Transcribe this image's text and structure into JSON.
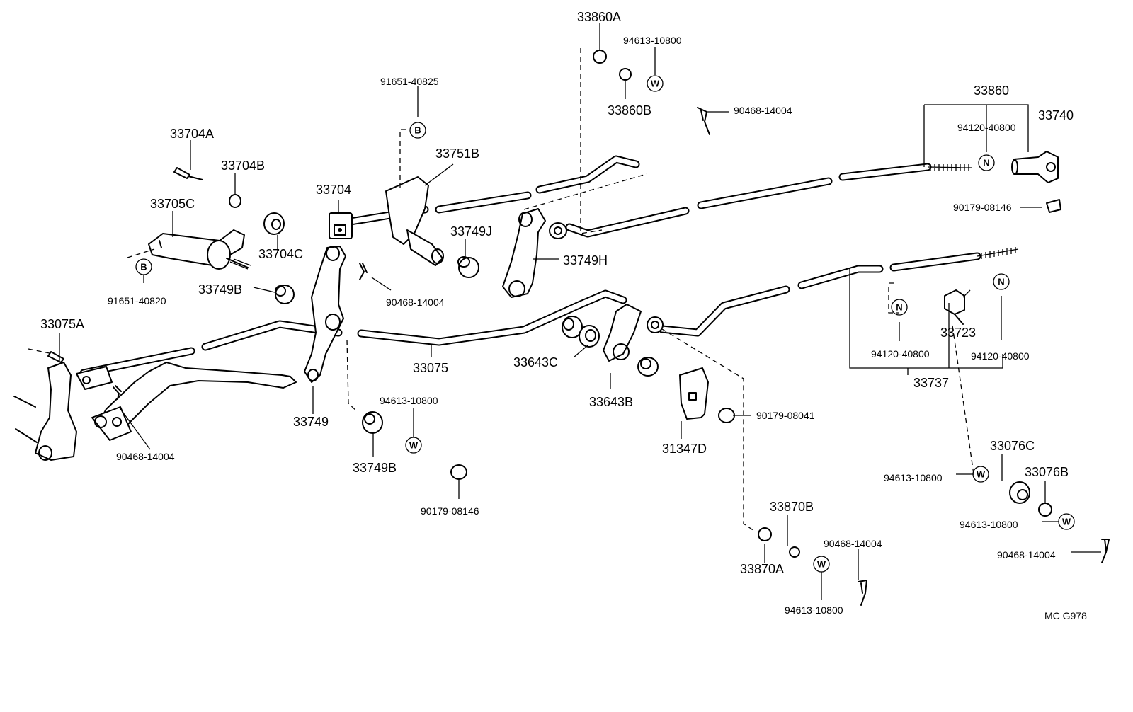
{
  "diagram": {
    "labels": {
      "p33860A": "33860A",
      "p94613_top": "94613-10800",
      "p91651_40825": "91651-40825",
      "p33860B": "33860B",
      "p90468_top": "90468-14004",
      "p33860": "33860",
      "p33740": "33740",
      "p94120_top": "94120-40800",
      "p33704A": "33704A",
      "p33704B": "33704B",
      "p33751B": "33751B",
      "p33704": "33704",
      "p33705C": "33705C",
      "p33749J": "33749J",
      "p33704C": "33704C",
      "p90179_08146_r": "90179-08146",
      "p33749H": "33749H",
      "p33749B_left": "33749B",
      "p91651_40820": "91651-40820",
      "p90468_mid": "90468-14004",
      "p33075A": "33075A",
      "p33643C": "33643C",
      "p33075": "33075",
      "p33723": "33723",
      "p94120_l": "94120-40800",
      "p94120_r": "94120-40800",
      "p33737": "33737",
      "p33643B": "33643B",
      "p94613_mid": "94613-10800",
      "p90179_08041": "90179-08041",
      "p33749": "33749",
      "p90468_left": "90468-14004",
      "p31347D": "31347D",
      "p33749B_bot": "33749B",
      "p33076C": "33076C",
      "p94613_r1": "94613-10800",
      "p33076B": "33076B",
      "p90179_08146_b": "90179-08146",
      "p33870B": "33870B",
      "p94613_r2": "94613-10800",
      "p90468_bot": "90468-14004",
      "p90468_r": "90468-14004",
      "p33870A": "33870A",
      "p94613_bot": "94613-10800",
      "code": "MC  G978"
    },
    "symbols": {
      "b": "B",
      "w": "W",
      "n": "N"
    }
  }
}
